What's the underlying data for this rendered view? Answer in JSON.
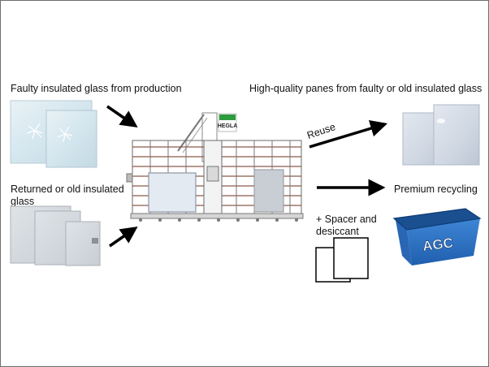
{
  "labels": {
    "faulty": "Faulty insulated glass from production",
    "returned": "Returned or old insulated glass",
    "high_quality": "High-quality panes from faulty or old insulated glass",
    "reuse": "Reuse",
    "premium": "Premium recycling",
    "spacer": "+ Spacer and desiccant"
  },
  "machine": {
    "brand": "HEGLA",
    "brand_color": "#2e9b3e"
  },
  "bin": {
    "brand": "AGC",
    "color": "#2a6fc4"
  },
  "colors": {
    "arrow": "#000000",
    "glass": "#dfe6ee",
    "machine_frame": "#8a5a4a"
  }
}
